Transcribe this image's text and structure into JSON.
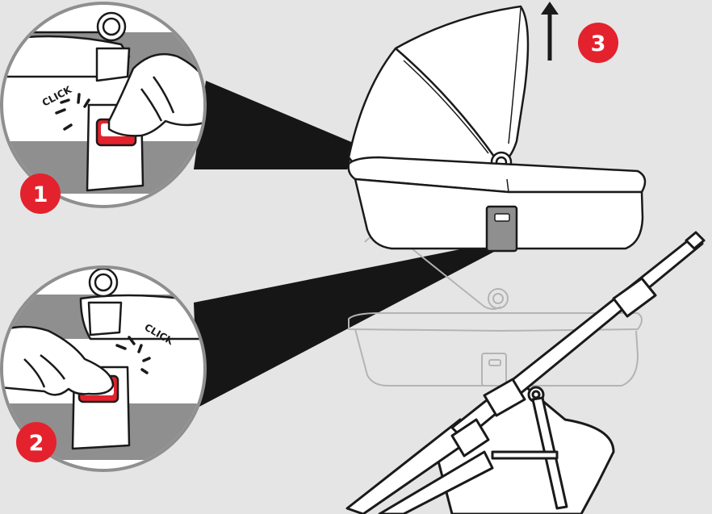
{
  "steps": [
    {
      "number": "1",
      "sound": "CLICK"
    },
    {
      "number": "2",
      "sound": "CLICK"
    },
    {
      "number": "3"
    }
  ],
  "colors": {
    "background": "#e5e5e6",
    "badge": "#e3222d",
    "ink": "#1a1a1a",
    "button": "#e3222d",
    "bezel": "#8f8f90",
    "ghost": "#b4b4b6"
  },
  "icons": [
    "up-arrow-icon"
  ]
}
